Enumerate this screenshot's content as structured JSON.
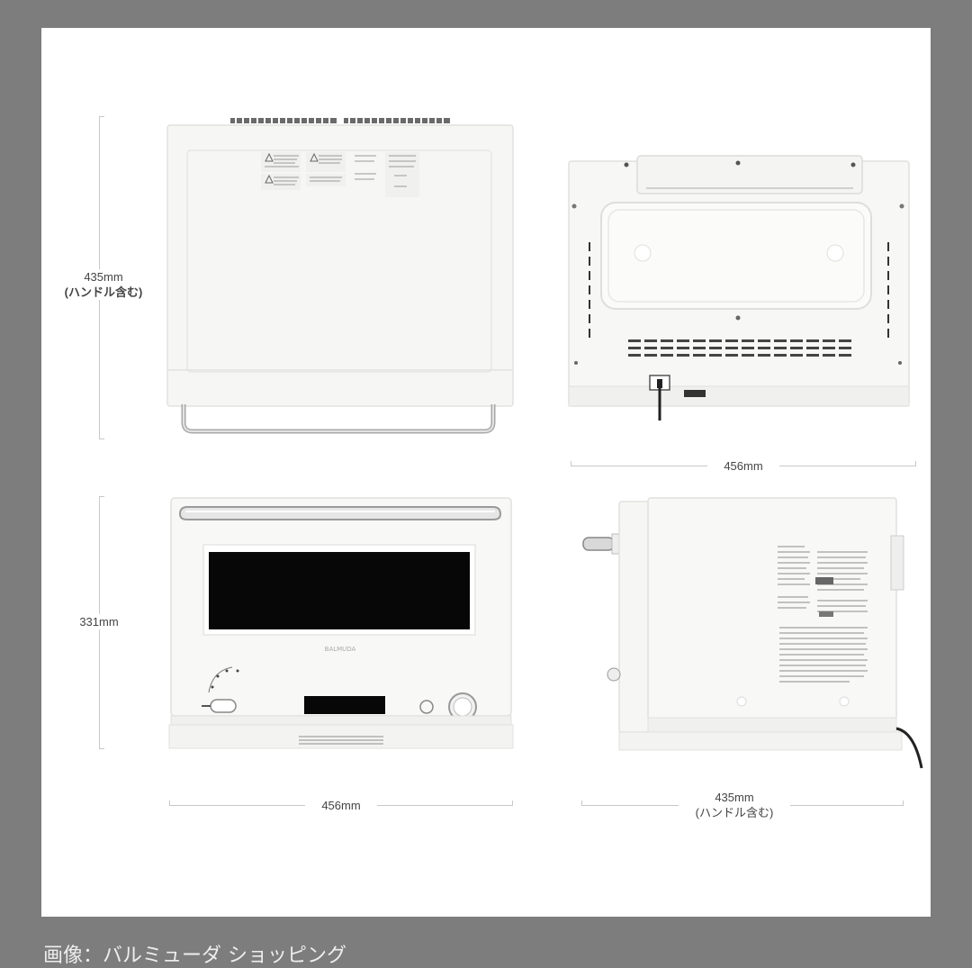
{
  "dimensions": {
    "top_height": "435mm",
    "top_height_note": "(ハンドル含む)",
    "front_height": "331mm",
    "back_width": "456mm",
    "front_width": "456mm",
    "side_depth": "435mm",
    "side_depth_note": "(ハンドル含む)"
  },
  "caption": "画像：バルミューダ ショッピング"
}
